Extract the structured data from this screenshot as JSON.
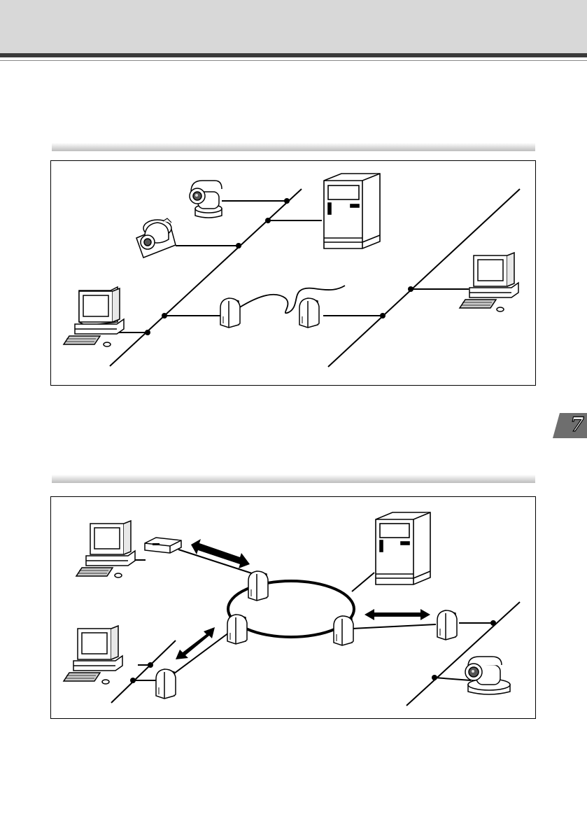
{
  "page": {
    "chapter_number": "7"
  },
  "colors": {
    "header_band": "#d8d8d8",
    "header_rule": "#3a3a3a",
    "chapter_tab": "#6e6e6e",
    "line": "#000000"
  },
  "diagrams": [
    {
      "name": "two-lan-segments-linked-by-modems",
      "components": [
        "camera-icon",
        "camera-icon",
        "server-icon",
        "computer-icon",
        "modem-icon",
        "modem-icon",
        "computer-icon"
      ]
    },
    {
      "name": "ring-network-with-remote-sites",
      "components": [
        "computer-icon",
        "router-icon",
        "server-icon",
        "modem-icon",
        "modem-icon",
        "modem-icon",
        "modem-icon",
        "computer-icon",
        "modem-icon",
        "camera-icon"
      ]
    }
  ]
}
